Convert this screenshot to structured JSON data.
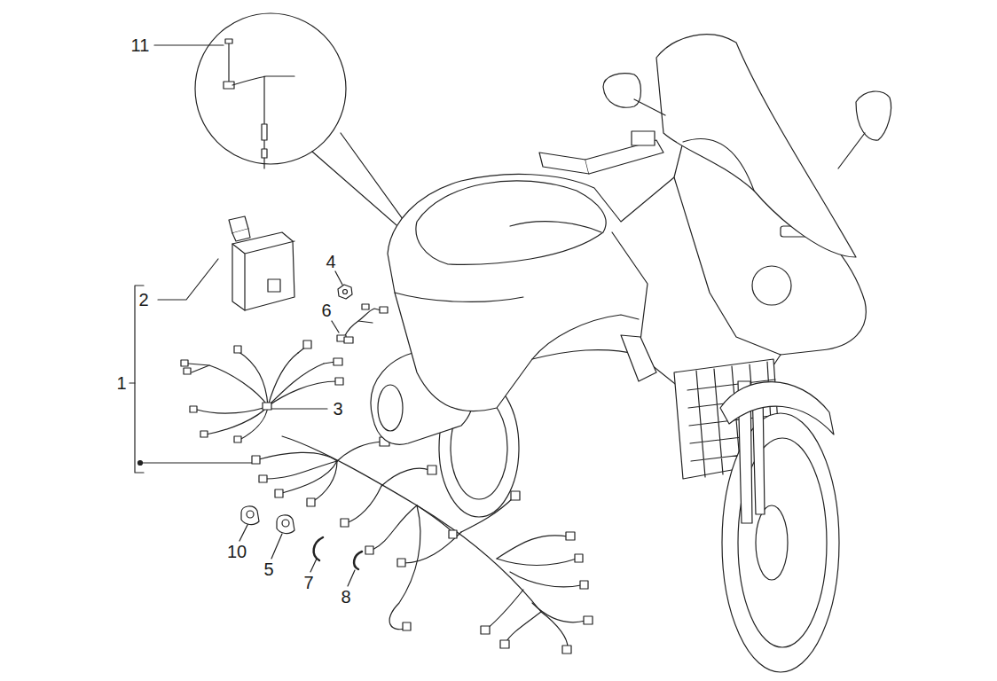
{
  "diagram": {
    "labels": [
      "11",
      "2",
      "4",
      "6",
      "1",
      "3",
      "10",
      "5",
      "7",
      "8"
    ]
  }
}
